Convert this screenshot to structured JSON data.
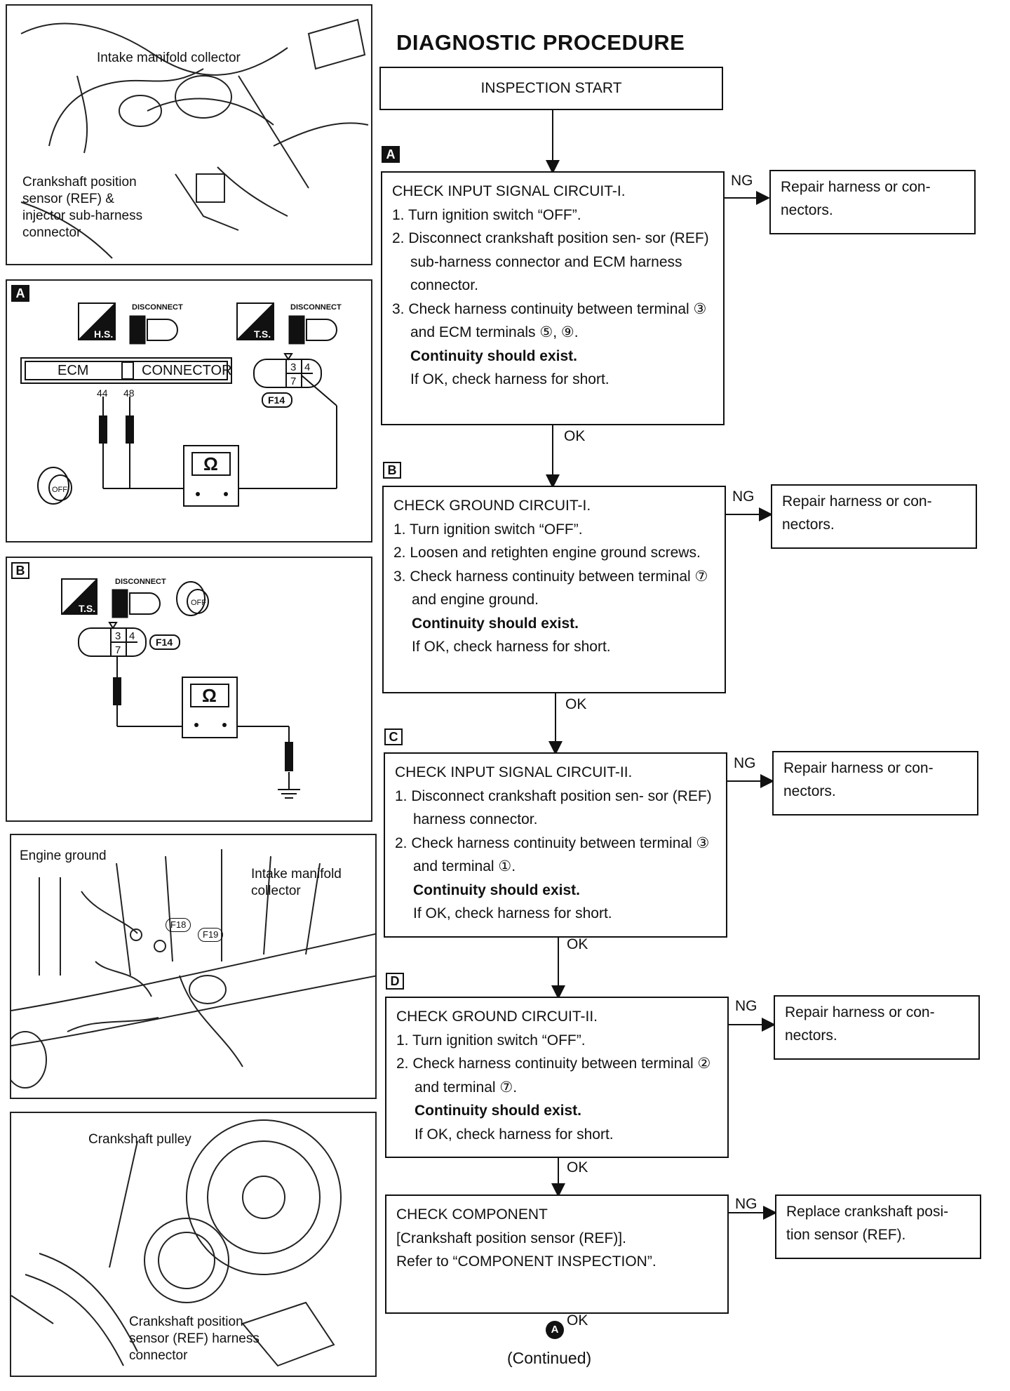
{
  "title": "DIAGNOSTIC PROCEDURE",
  "start": "INSPECTION START",
  "continued": "(Continued)",
  "connector_ref": "A",
  "ng": "NG",
  "ok": "OK",
  "steps": [
    {
      "tag": "A",
      "head": "CHECK INPUT SIGNAL CIRCUIT-I.",
      "items": [
        "1. Turn ignition switch “OFF”.",
        "2. Disconnect crankshaft position sen- sor (REF) sub-harness connector and ECM harness connector.",
        "3. Check harness continuity between terminal ③ and ECM terminals ⑤, ⑨."
      ],
      "bold": "Continuity should exist.",
      "note": "If OK, check harness for short.",
      "ng": "Repair harness or con- nectors."
    },
    {
      "tag": "B",
      "head": "CHECK GROUND CIRCUIT-I.",
      "items": [
        "1. Turn ignition switch “OFF”.",
        "2. Loosen and retighten engine ground screws.",
        "3. Check harness continuity between terminal ⑦ and engine ground."
      ],
      "bold": "Continuity should exist.",
      "note": "If OK, check harness for short.",
      "ng": "Repair harness or con- nectors."
    },
    {
      "tag": "C",
      "head": "CHECK INPUT SIGNAL CIRCUIT-II.",
      "items": [
        "1. Disconnect crankshaft position sen- sor (REF) harness connector.",
        "2. Check harness continuity between terminal ③ and terminal ①."
      ],
      "bold": "Continuity should exist.",
      "note": "If OK, check harness for short.",
      "ng": "Repair harness or con- nectors."
    },
    {
      "tag": "D",
      "head": "CHECK GROUND CIRCUIT-II.",
      "items": [
        "1. Turn ignition switch “OFF”.",
        "2. Check harness continuity between terminal ② and terminal ⑦."
      ],
      "bold": "Continuity should exist.",
      "note": "If OK, check harness for short.",
      "ng": "Repair harness or con- nectors."
    },
    {
      "tag": "",
      "head": "CHECK COMPONENT",
      "items": [
        "[Crankshaft position sensor (REF)].",
        "Refer to “COMPONENT INSPECTION”."
      ],
      "bold": "",
      "note": "",
      "ng": "Replace crankshaft posi- tion sensor (REF)."
    }
  ],
  "figures": {
    "fig1": {
      "intake": "Intake manifold collector",
      "sensor": "Crankshaft position\nsensor (REF) &\ninjector sub-harness\nconnector"
    },
    "figA": {
      "tag": "A",
      "disconnect1": "DISCONNECT",
      "disconnect2": "DISCONNECT",
      "hs": "H.S.",
      "ts": "T.S.",
      "ecm": "ECM",
      "connector": "CONNECTOR",
      "pin44": "44",
      "pin48": "48",
      "t3": "3",
      "t4": "4",
      "t7": "7",
      "f14": "F14",
      "ohm": "Ω",
      "off": "OFF"
    },
    "figB": {
      "tag": "B",
      "disconnect": "DISCONNECT",
      "ts": "T.S.",
      "t3": "3",
      "t4": "4",
      "t7": "7",
      "f14": "F14",
      "ohm": "Ω",
      "off": "OFF"
    },
    "fig4": {
      "engine_ground": "Engine ground",
      "intake": "Intake manifold\ncollector",
      "f18": "F18",
      "f19": "F19"
    },
    "fig5": {
      "pulley": "Crankshaft pulley",
      "sensor": "Crankshaft position\nsensor (REF) harness\nconnector"
    }
  }
}
